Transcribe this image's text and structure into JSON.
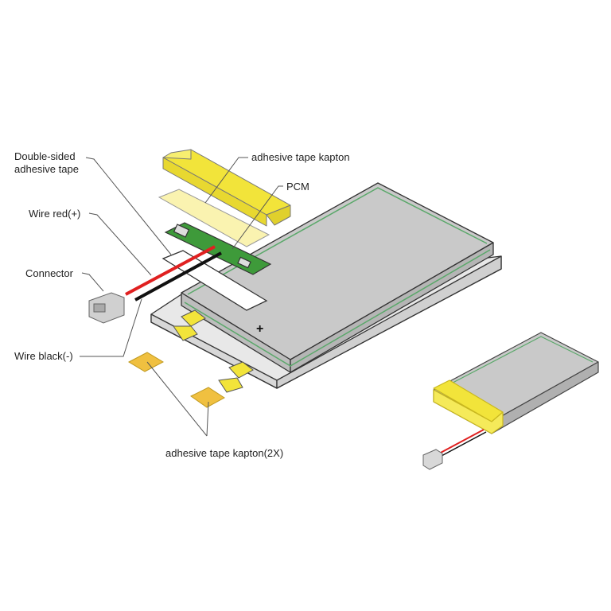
{
  "labels": {
    "double_sided_1": "Double-sided",
    "double_sided_2": "adhesive tape",
    "kapton_top": "adhesive tape kapton",
    "pcm": "PCM",
    "wire_red": "Wire red(+)",
    "connector": "Connector",
    "wire_black": "Wire black(-)",
    "kapton_2x": "adhesive tape kapton(2X)",
    "minus_mark": "+"
  },
  "colors": {
    "cell": "#c9c9c9",
    "edge_green": "#5aa86a",
    "kapton": "#f2e43a",
    "kapton_pale": "#faf3b0",
    "kapton_orange": "#f0c040",
    "pcm": "#3e9a3a",
    "wire_red": "#e02020",
    "wire_black": "#111111"
  }
}
